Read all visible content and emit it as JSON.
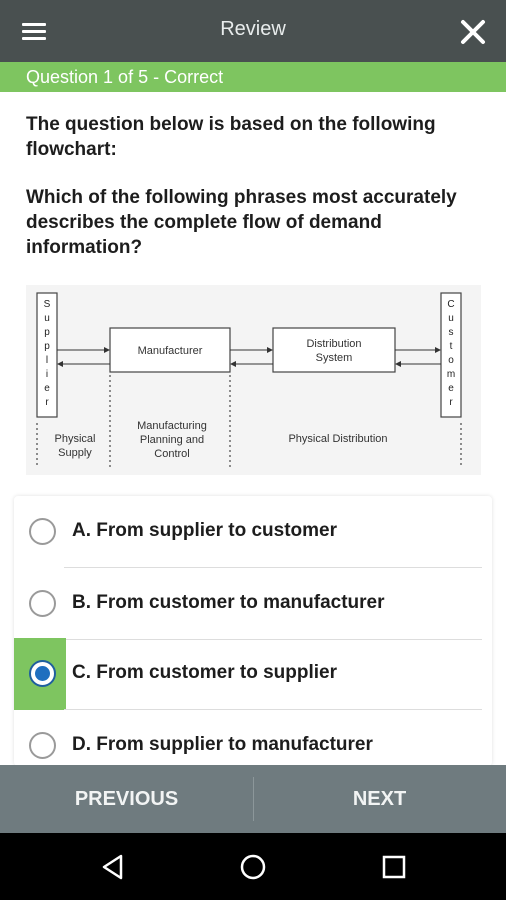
{
  "header": {
    "title": "Review",
    "menu_icon": "hamburger-menu-icon",
    "close_icon": "close-icon"
  },
  "status": {
    "text": "Question 1 of 5 - Correct",
    "color": "#7ec560"
  },
  "question": {
    "intro": "The question below is based on the following flowchart:",
    "text": "Which of the following phrases most accurately describes the complete flow of demand information?"
  },
  "flowchart": {
    "supplier_letters": [
      "S",
      "u",
      "p",
      "p",
      "l",
      "i",
      "e",
      "r"
    ],
    "customer_letters": [
      "C",
      "u",
      "s",
      "t",
      "o",
      "m",
      "e",
      "r"
    ],
    "manufacturer": "Manufacturer",
    "distribution_line1": "Distribution",
    "distribution_line2": "System",
    "physical_supply_line1": "Physical",
    "physical_supply_line2": "Supply",
    "mpc_line1": "Manufacturing",
    "mpc_line2": "Planning and",
    "mpc_line3": "Control",
    "physical_distribution": "Physical Distribution"
  },
  "answers": [
    {
      "label": "A. From supplier to customer",
      "selected": false
    },
    {
      "label": "B. From customer to manufacturer",
      "selected": false
    },
    {
      "label": "C. From customer to supplier",
      "selected": true
    },
    {
      "label": "D. From supplier to manufacturer",
      "selected": false
    }
  ],
  "footer": {
    "previous_label": "PREVIOUS",
    "next_label": "NEXT"
  },
  "system_nav": {
    "back_icon": "back-triangle-icon",
    "home_icon": "home-circle-icon",
    "recents_icon": "recents-square-icon"
  },
  "colors": {
    "appbar": "#495050",
    "accent_green": "#7ec560",
    "radio_selected": "#1f6fbf",
    "footer": "#6f7b7f"
  }
}
